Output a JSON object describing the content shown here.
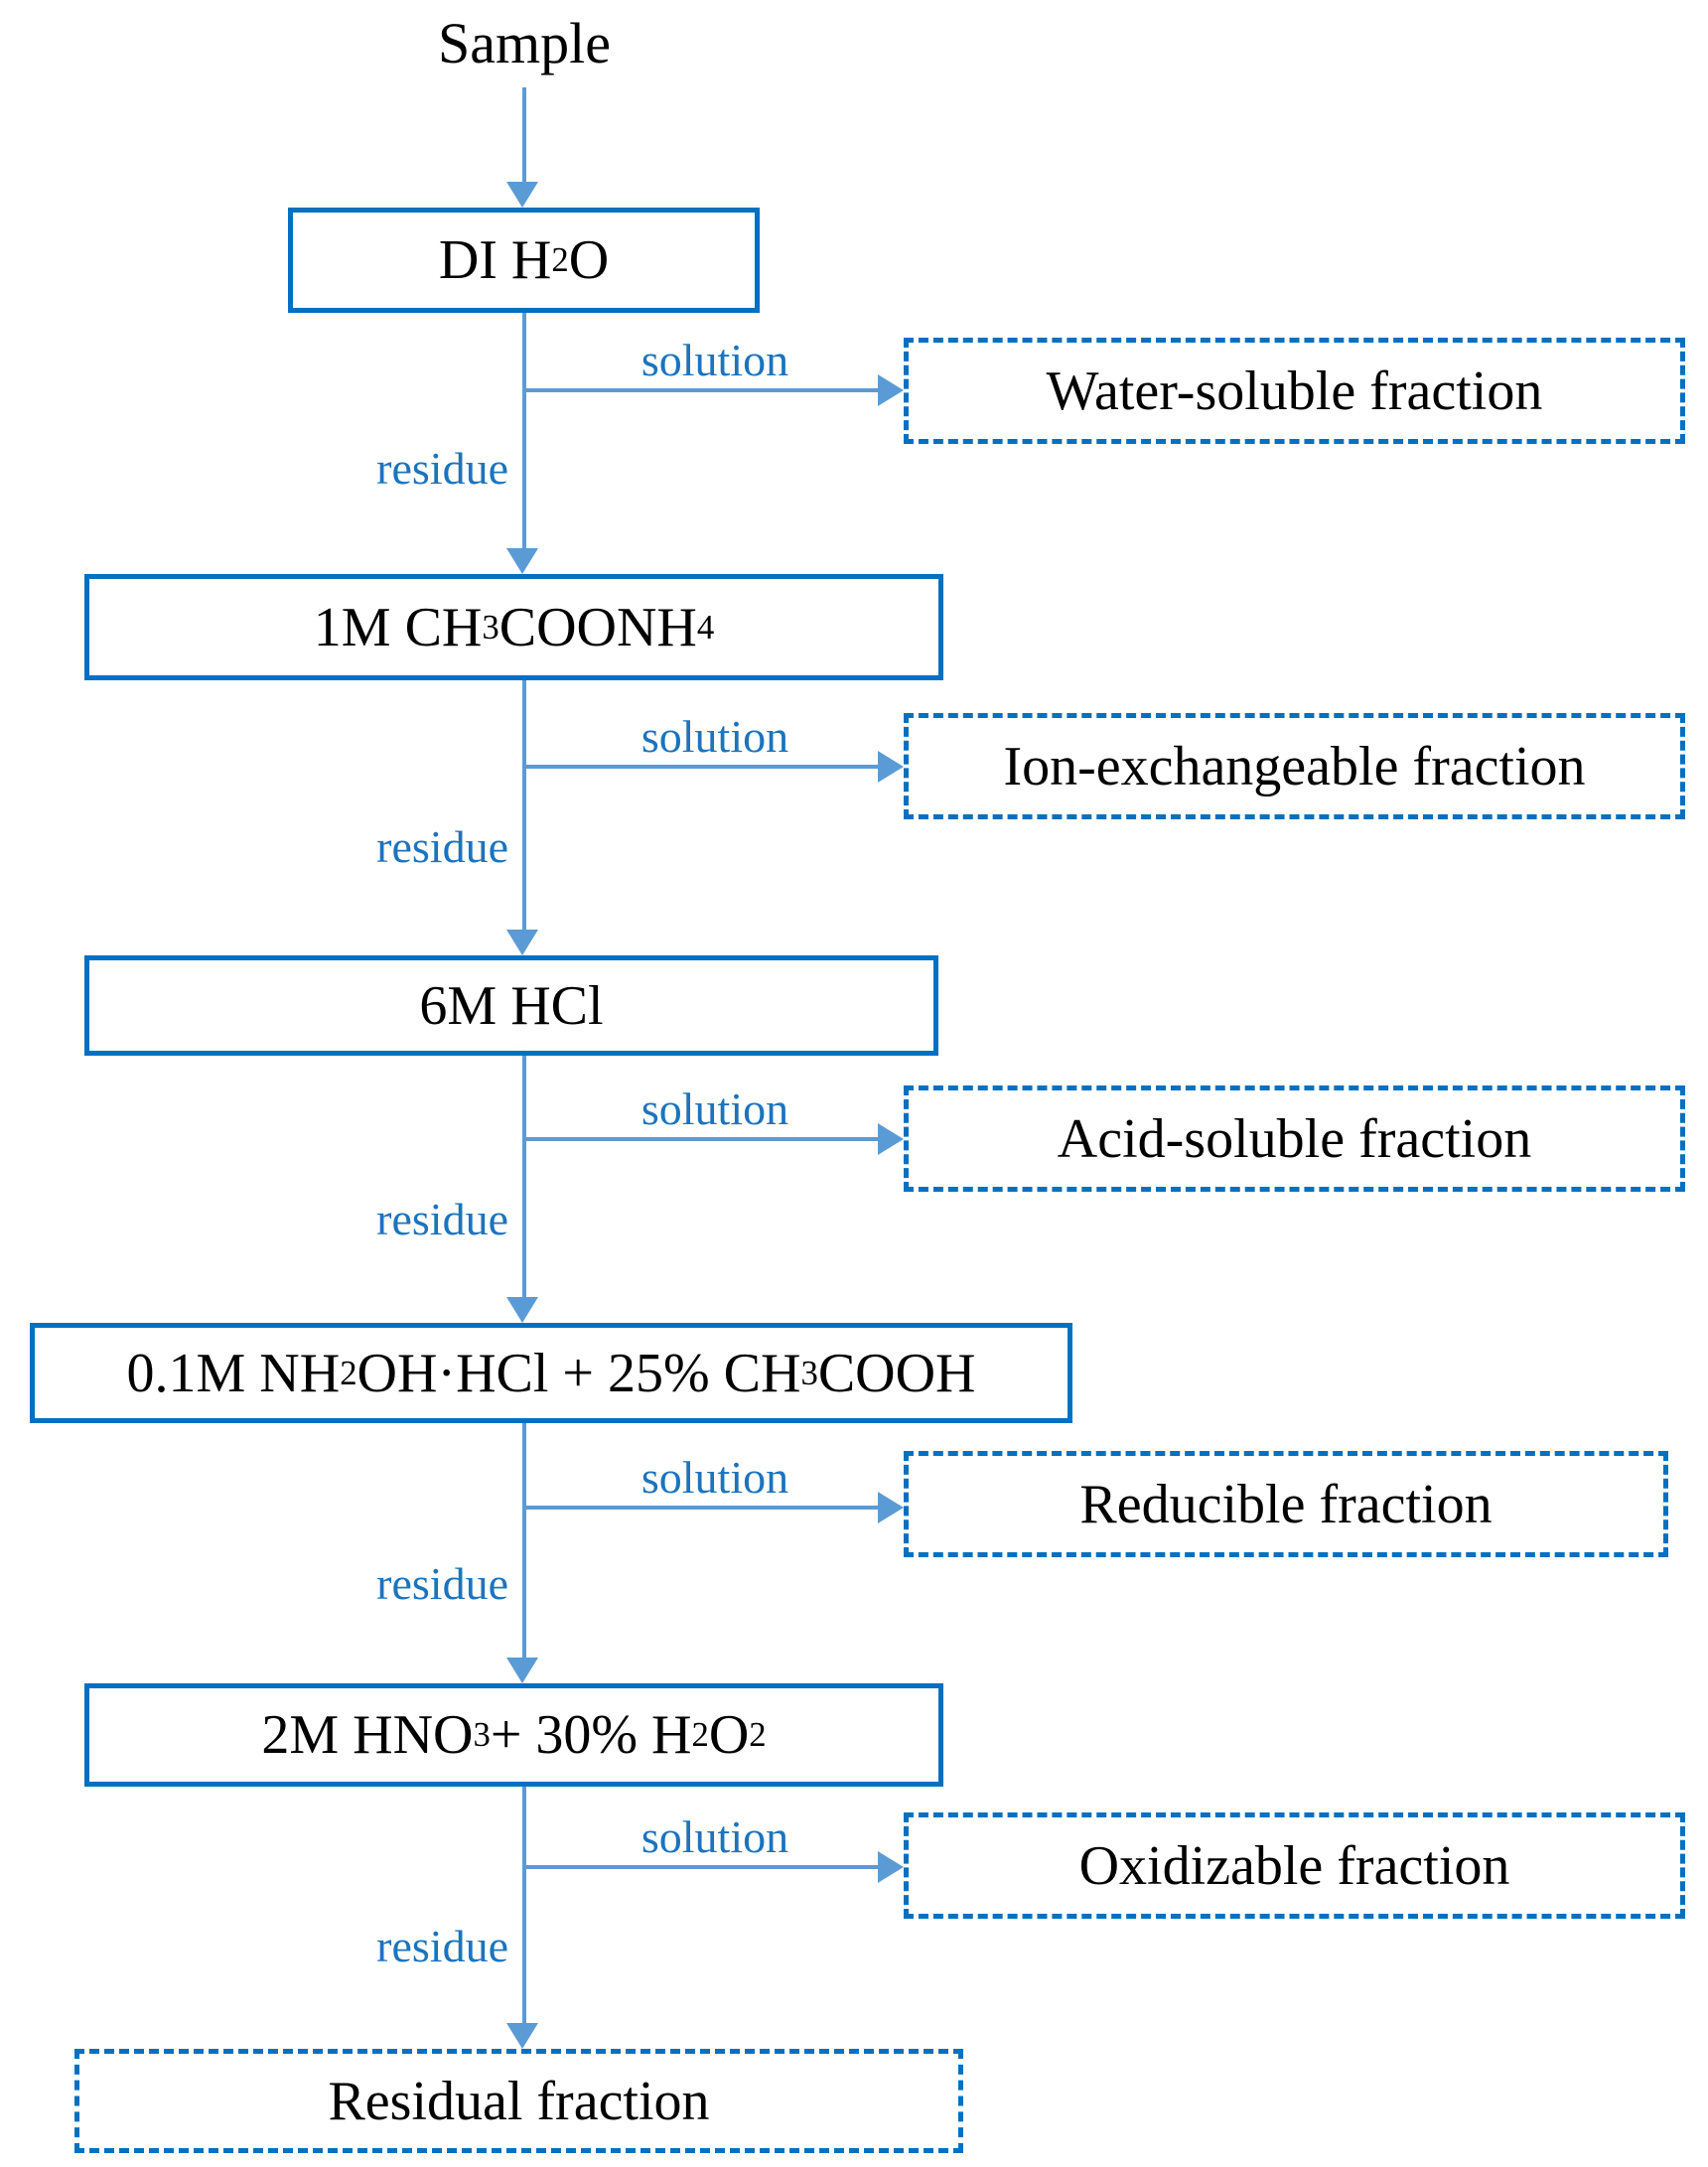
{
  "diagram": {
    "start_label": "Sample",
    "stages": [
      {
        "reagent": "DI H_2_O",
        "solution_label": "solution",
        "residue_label": "residue",
        "fraction": "Water-soluble fraction"
      },
      {
        "reagent": "1M CH_3_COONH_4_",
        "solution_label": "solution",
        "residue_label": "residue",
        "fraction": "Ion-exchangeable fraction"
      },
      {
        "reagent": "6M HCl",
        "solution_label": "solution",
        "residue_label": "residue",
        "fraction": "Acid-soluble fraction"
      },
      {
        "reagent": "0.1M NH_2_OH·HCl + 25% CH_3_COOH",
        "solution_label": "solution",
        "residue_label": "residue",
        "fraction": "Reducible fraction"
      },
      {
        "reagent": "2M HNO_3_ + 30% H_2_O_2_",
        "solution_label": "solution",
        "residue_label": "residue",
        "fraction": "Oxidizable fraction"
      }
    ],
    "final_fraction": "Residual fraction",
    "colors": {
      "box_border": "#0070C0",
      "connector": "#5B9BD5",
      "label_text": "#1B74BE",
      "box_text": "#000000"
    }
  }
}
